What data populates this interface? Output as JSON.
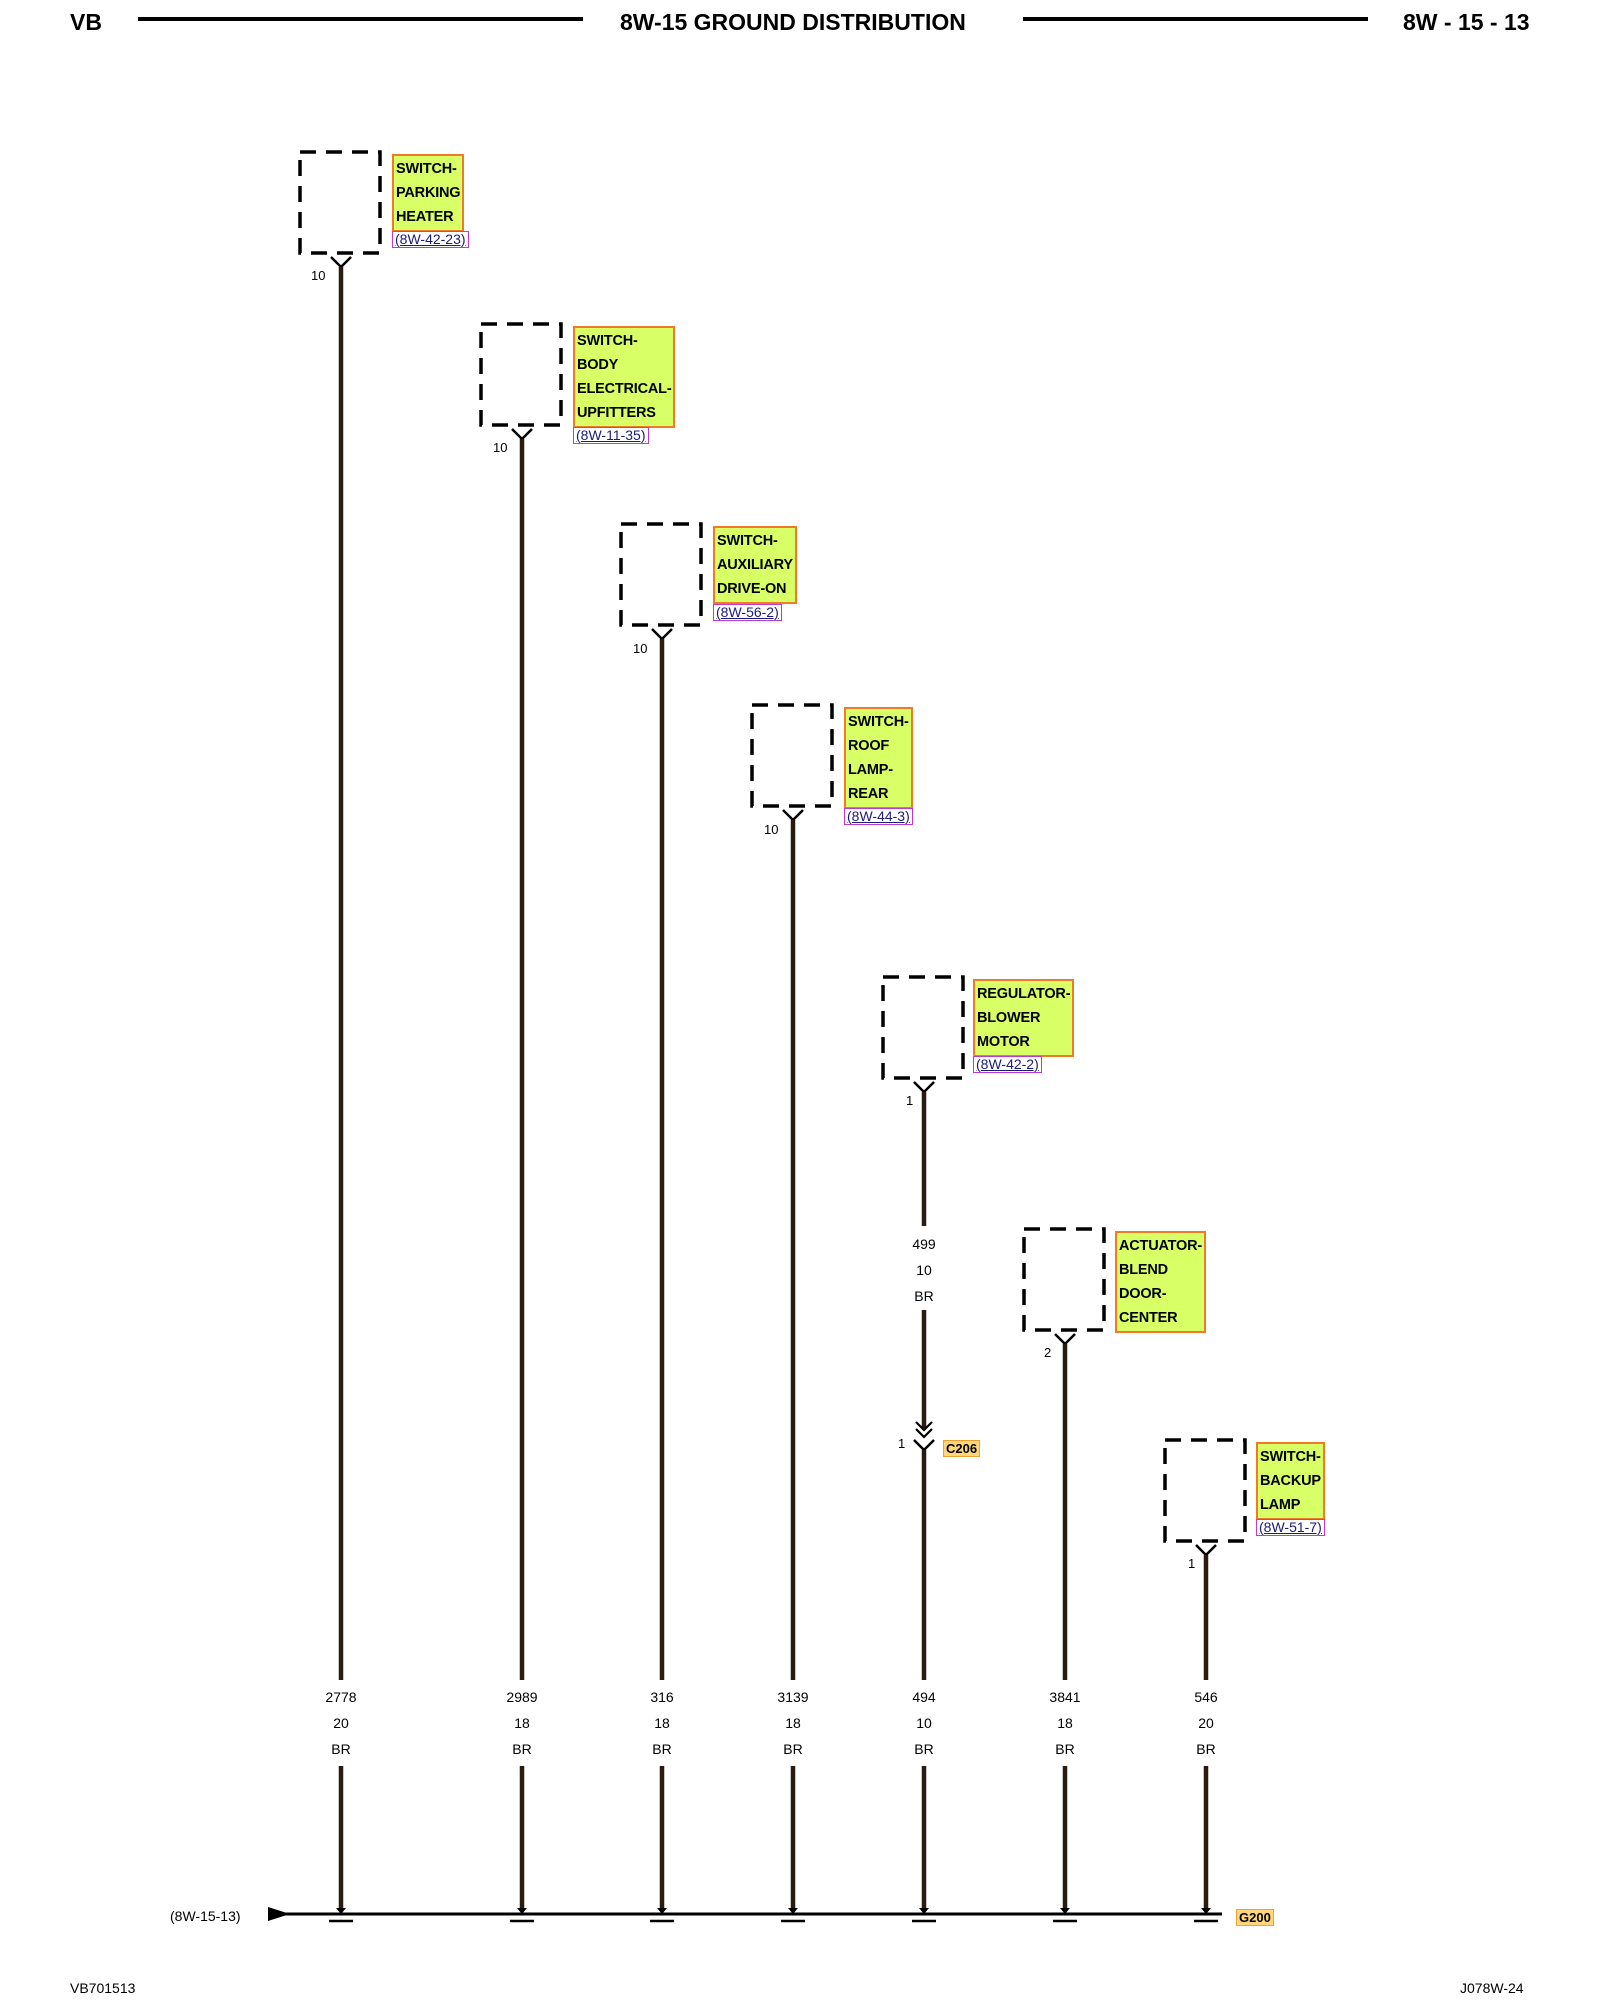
{
  "header": {
    "left": "VB",
    "title": "8W-15 GROUND DISTRIBUTION",
    "right": "8W - 15 - 13"
  },
  "footer": {
    "left": "VB701513",
    "right": "J078W-24"
  },
  "components": [
    {
      "lines": [
        "SWITCH-",
        "PARKING",
        "HEATER"
      ],
      "ref": "(8W-42-23)",
      "pin": "10",
      "wire": {
        "circuit": "2778",
        "gauge": "20",
        "color": "BR"
      }
    },
    {
      "lines": [
        "SWITCH-",
        "BODY",
        "ELECTRICAL-",
        "UPFITTERS"
      ],
      "ref": "(8W-11-35)",
      "pin": "10",
      "wire": {
        "circuit": "2989",
        "gauge": "18",
        "color": "BR"
      }
    },
    {
      "lines": [
        "SWITCH-",
        "AUXILIARY",
        "DRIVE-ON"
      ],
      "ref": "(8W-56-2)",
      "pin": "10",
      "wire": {
        "circuit": "316",
        "gauge": "18",
        "color": "BR"
      }
    },
    {
      "lines": [
        "SWITCH-",
        "ROOF",
        "LAMP-",
        "REAR"
      ],
      "ref": "(8W-44-3)",
      "pin": "10",
      "wire": {
        "circuit": "3139",
        "gauge": "18",
        "color": "BR"
      }
    },
    {
      "lines": [
        "REGULATOR-",
        "BLOWER",
        "MOTOR"
      ],
      "ref": "(8W-42-2)",
      "pin": "1",
      "wire": {
        "circuit": "494",
        "gauge": "10",
        "color": "BR"
      },
      "upper_wire": {
        "circuit": "499",
        "gauge": "10",
        "color": "BR"
      },
      "inline_connector": {
        "name": "C206",
        "pin": "1"
      }
    },
    {
      "lines": [
        "ACTUATOR-",
        "BLEND",
        "DOOR-",
        "CENTER"
      ],
      "ref": "",
      "pin": "2",
      "wire": {
        "circuit": "3841",
        "gauge": "18",
        "color": "BR"
      }
    },
    {
      "lines": [
        "SWITCH-",
        "BACKUP",
        "LAMP"
      ],
      "ref": "(8W-51-7)",
      "pin": "1",
      "wire": {
        "circuit": "546",
        "gauge": "20",
        "color": "BR"
      }
    }
  ],
  "bus": {
    "from_ref": "(8W-15-13)",
    "ground": "G200"
  },
  "colors": {
    "wire": "#2a1a10",
    "label_fill": "#d9ff66",
    "label_border": "#f07a28",
    "ground_fill": "#ffd77a"
  }
}
